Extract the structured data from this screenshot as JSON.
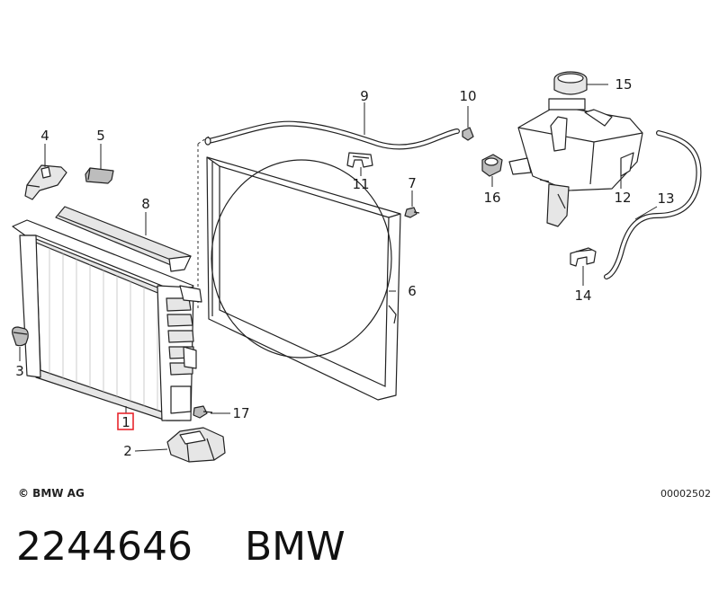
{
  "diagram": {
    "callouts": {
      "c1": "1",
      "c2": "2",
      "c3": "3",
      "c4": "4",
      "c5": "5",
      "c6": "6",
      "c7": "7",
      "c8": "8",
      "c9": "9",
      "c10": "10",
      "c11": "11",
      "c12": "12",
      "c13": "13",
      "c14": "14",
      "c15": "15",
      "c16": "16",
      "c17": "17"
    },
    "highlight_color": "#e8262d",
    "copyright": "© BMW AG",
    "doc_number": "00002502"
  },
  "footer": {
    "part_number": "2244646",
    "brand": "BMW"
  }
}
